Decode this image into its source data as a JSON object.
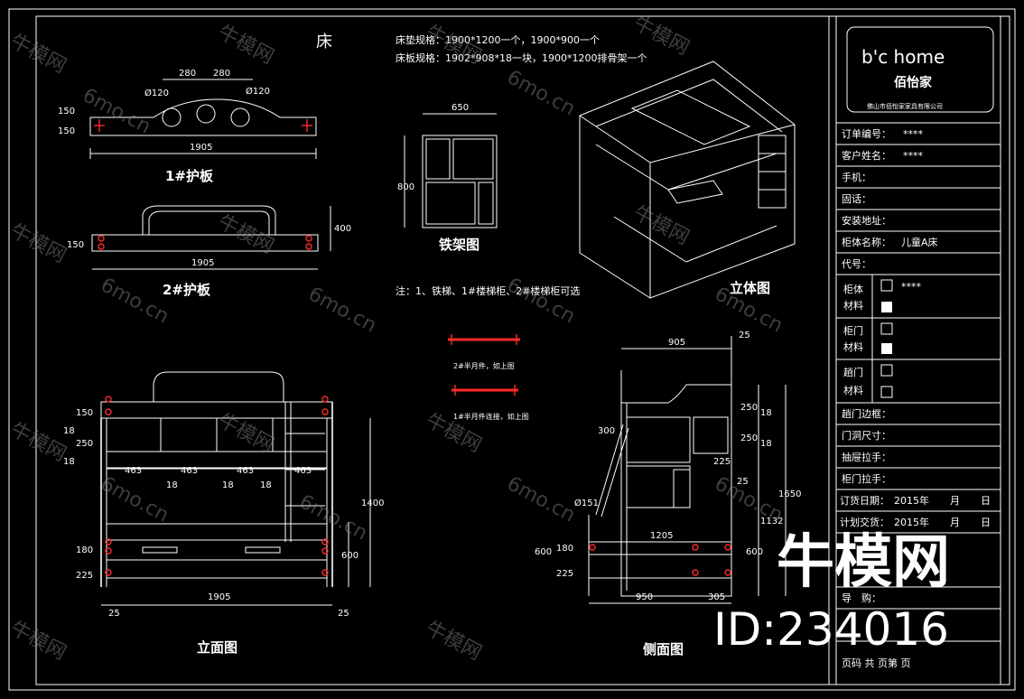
{
  "drawing": {
    "title": "床",
    "spec_mattress": "床垫规格：1900*1200一个，1900*900一个",
    "spec_board": "床板规格：1902*908*18一块，1900*1200排骨架一个",
    "note": "注：1、铁梯、1#楼梯柜、2#楼梯柜可选",
    "views": {
      "guard1": "1#护板",
      "guard2": "2#护板",
      "frame": "铁架图",
      "iso": "立体图",
      "front": "立面图",
      "side": "侧面图"
    },
    "parts": {
      "half_moon2": "2#半月件，如上图",
      "half_moon1": "1#半月件连接，如上图"
    },
    "dims": {
      "d280a": "280",
      "d280b": "280",
      "d120a": "Ø120",
      "d120b": "Ø120",
      "d150a": "150",
      "d150b": "150",
      "d1905a": "1905",
      "d1905b": "1905",
      "d1905c": "1905",
      "d400": "400",
      "d150c": "150",
      "d650": "650",
      "d800": "800",
      "d150d": "150",
      "d18a": "18",
      "d250a": "250",
      "d18b": "18",
      "d463a": "463",
      "d463b": "463",
      "d463c": "463",
      "d463d": "463",
      "d18c": "18",
      "d18d": "18",
      "d18e": "18",
      "d1400": "1400",
      "d600a": "600",
      "d180a": "180",
      "d225a": "225",
      "d25a": "25",
      "d25b": "25",
      "d905": "905",
      "d25c": "25",
      "d250b": "250",
      "d18f": "18",
      "d250c": "250",
      "d18g": "18",
      "d300": "300",
      "d225b": "225",
      "d25d": "25",
      "d1650": "1650",
      "d1132": "1132",
      "d151": "Ø151",
      "d1205": "1205",
      "d600b": "600",
      "d180b": "180",
      "d225c": "225",
      "d600c": "600",
      "d950": "950",
      "d305": "305"
    }
  },
  "title_block": {
    "brand": "b'c home",
    "brand_cn": "佰怡家",
    "company": "佛山市佰怡家家具有限公司",
    "rows": [
      {
        "label": "订单编号：",
        "value": "****"
      },
      {
        "label": "客户姓名：",
        "value": "****"
      },
      {
        "label": "手机：",
        "value": ""
      },
      {
        "label": "固话：",
        "value": ""
      },
      {
        "label": "安装地址：",
        "value": ""
      }
    ],
    "cabinet_name_label": "柜体名称：",
    "cabinet_name_value": "儿童A床",
    "code_label": "代号：",
    "material_groups": [
      {
        "line1": "柜体",
        "line2": "材料",
        "value": "****"
      },
      {
        "line1": "柜门",
        "line2": "材料",
        "value": ""
      },
      {
        "line1": "趟门",
        "line2": "材料",
        "value": ""
      }
    ],
    "fields": [
      {
        "label": "趟门边框：",
        "value": ""
      },
      {
        "label": "门洞尺寸：",
        "value": ""
      },
      {
        "label": "抽屉拉手：",
        "value": ""
      },
      {
        "label": "柜门拉手：",
        "value": ""
      }
    ],
    "order_date_label": "订货日期：",
    "order_date_value": "2015年",
    "plan_date_label": "计划交货：",
    "plan_date_value": "2015年",
    "month": "月",
    "day": "日",
    "guide_label": "导　购：",
    "footer": "页码  共  页第  页"
  },
  "watermark": {
    "brand": "牛模网",
    "site": "6mo.cn",
    "id": "ID:234016"
  }
}
